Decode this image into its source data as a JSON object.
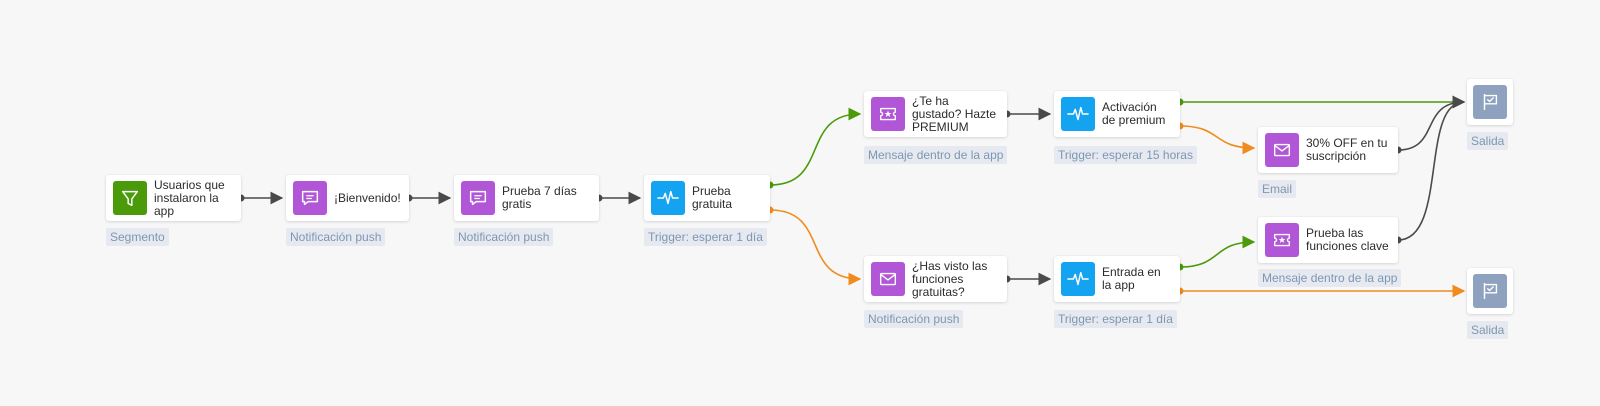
{
  "colors": {
    "background": "#f7f7f7",
    "segment": "#4a9a0a",
    "message": "#b256d8",
    "trigger": "#14a3f0",
    "exit": "#8ea2bf",
    "edge_default": "#4a4a4a",
    "edge_yes": "#4a9a0a",
    "edge_no": "#f08c1e",
    "tag_bg": "#e6eaf0",
    "tag_text": "#7e96b2"
  },
  "nodes": {
    "segment": {
      "icon": "filter-icon",
      "label": "Usuarios que instalaron la app",
      "tag": "Segmento"
    },
    "welcome": {
      "icon": "chat-bubble-icon",
      "label": "¡Bienvenido!",
      "tag": "Notificación push"
    },
    "trial_push": {
      "icon": "chat-bubble-icon",
      "label": "Prueba 7 días gratis",
      "tag": "Notificación push"
    },
    "trial_trigger": {
      "icon": "pulse-icon",
      "label": "Prueba gratuita",
      "tag": "Trigger: esperar 1 día"
    },
    "liked_msg": {
      "icon": "ticket-star-icon",
      "label": "¿Te ha gustado? Hazte PREMIUM",
      "tag": "Mensaje dentro de la app"
    },
    "premium_trigger": {
      "icon": "pulse-icon",
      "label": "Activación de premium",
      "tag": "Trigger: esperar 15 horas"
    },
    "discount_email": {
      "icon": "envelope-icon",
      "label": "30% OFF en tu suscripción",
      "tag": "Email"
    },
    "seen_push": {
      "icon": "envelope-icon",
      "label": "¿Has visto las funciones gratuitas?",
      "tag": "Notificación push"
    },
    "entry_trigger": {
      "icon": "pulse-icon",
      "label": "Entrada en la app",
      "tag": "Trigger: esperar 1 día"
    },
    "features_msg": {
      "icon": "ticket-star-icon",
      "label": "Prueba las funciones clave",
      "tag": "Mensaje dentro de la app"
    },
    "exit_top": {
      "icon": "flag-check-icon",
      "tag": "Salida"
    },
    "exit_bottom": {
      "icon": "flag-check-icon",
      "tag": "Salida"
    }
  }
}
